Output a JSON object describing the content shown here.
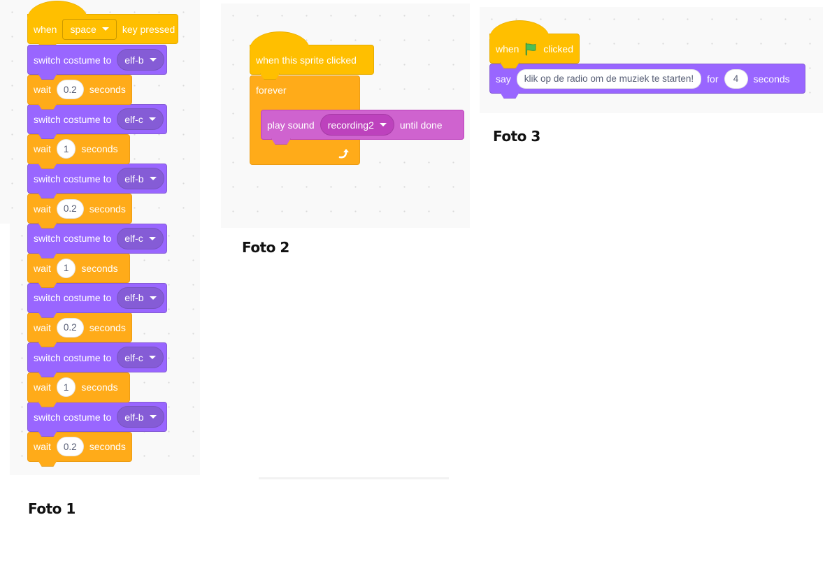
{
  "foto1": {
    "caption": "Foto 1",
    "hat": {
      "prefix": "when",
      "key": "space",
      "suffix": "key pressed"
    },
    "sequence": [
      {
        "type": "costume",
        "label": "switch costume to",
        "value": "elf-b"
      },
      {
        "type": "wait",
        "label": "wait",
        "value": "0.2",
        "unit": "seconds"
      },
      {
        "type": "costume",
        "label": "switch costume to",
        "value": "elf-c"
      },
      {
        "type": "wait",
        "label": "wait",
        "value": "1",
        "unit": "seconds"
      },
      {
        "type": "costume",
        "label": "switch costume to",
        "value": "elf-b"
      },
      {
        "type": "wait",
        "label": "wait",
        "value": "0.2",
        "unit": "seconds"
      },
      {
        "type": "costume",
        "label": "switch costume to",
        "value": "elf-c"
      },
      {
        "type": "wait",
        "label": "wait",
        "value": "1",
        "unit": "seconds"
      },
      {
        "type": "costume",
        "label": "switch costume to",
        "value": "elf-b"
      },
      {
        "type": "wait",
        "label": "wait",
        "value": "0.2",
        "unit": "seconds"
      },
      {
        "type": "costume",
        "label": "switch costume to",
        "value": "elf-c"
      },
      {
        "type": "wait",
        "label": "wait",
        "value": "1",
        "unit": "seconds"
      },
      {
        "type": "costume",
        "label": "switch costume to",
        "value": "elf-b"
      },
      {
        "type": "wait",
        "label": "wait",
        "value": "0.2",
        "unit": "seconds"
      }
    ]
  },
  "foto2": {
    "caption": "Foto 2",
    "hat": {
      "label": "when this sprite clicked"
    },
    "loop": {
      "label": "forever"
    },
    "sound": {
      "prefix": "play sound",
      "value": "recording2",
      "suffix": "until done"
    }
  },
  "foto3": {
    "caption": "Foto 3",
    "hat": {
      "prefix": "when",
      "icon": "green-flag-icon",
      "suffix": "clicked"
    },
    "say": {
      "label": "say",
      "message": "klik op de radio om de muziek te starten!",
      "for": "for",
      "seconds": "4",
      "unit": "seconds"
    }
  },
  "colors": {
    "events": "#ffbf00",
    "control": "#ffab19",
    "looks": "#9966ff",
    "sound": "#cf63cf",
    "flag": "#4cbf56"
  }
}
